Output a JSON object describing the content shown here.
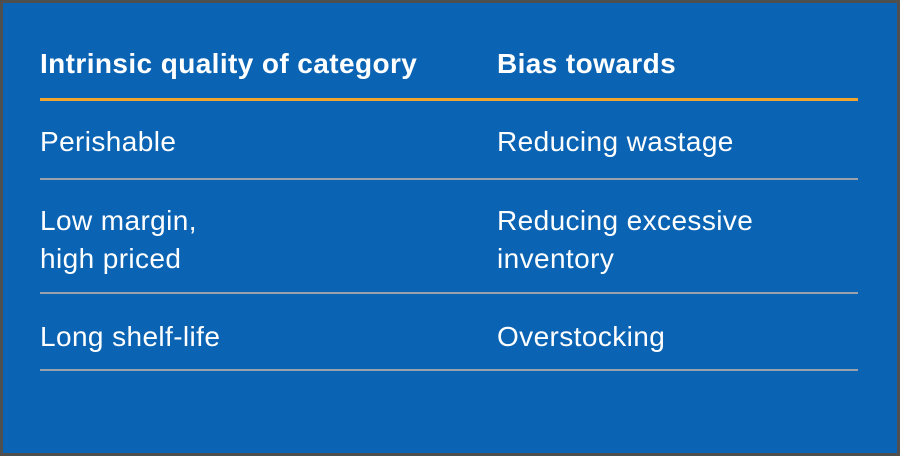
{
  "canvas": {
    "background": "#0A63B3",
    "border_color": "#4F4F4F",
    "text_color": "#FFFFFF",
    "header_rule_color": "#EFA52F",
    "row_rule_color": "#99A2AA"
  },
  "table": {
    "columns": [
      {
        "label": "Intrinsic quality of category"
      },
      {
        "label": "Bias towards"
      }
    ],
    "rows": [
      {
        "quality": {
          "lines": [
            "Perishable"
          ]
        },
        "bias": {
          "lines": [
            "Reducing wastage"
          ]
        }
      },
      {
        "quality": {
          "lines": [
            "Low margin,",
            "high priced"
          ]
        },
        "bias": {
          "lines": [
            "Reducing excessive",
            "inventory"
          ]
        }
      },
      {
        "quality": {
          "lines": [
            "Long shelf-life"
          ]
        },
        "bias": {
          "lines": [
            "Overstocking"
          ]
        }
      }
    ]
  },
  "chart_data": {
    "type": "table",
    "title": "",
    "columns": [
      "Intrinsic quality of category",
      "Bias towards"
    ],
    "rows": [
      [
        "Perishable",
        "Reducing wastage"
      ],
      [
        "Low margin, high priced",
        "Reducing excessive inventory"
      ],
      [
        "Long shelf-life",
        "Overstocking"
      ]
    ],
    "layout": {
      "background": "#0A63B3",
      "text_color": "#FFFFFF",
      "header_underline_color": "#EFA52F",
      "row_divider_color": "#99A2AA",
      "grid": "horizontal-rules-only",
      "legend": "none"
    }
  }
}
